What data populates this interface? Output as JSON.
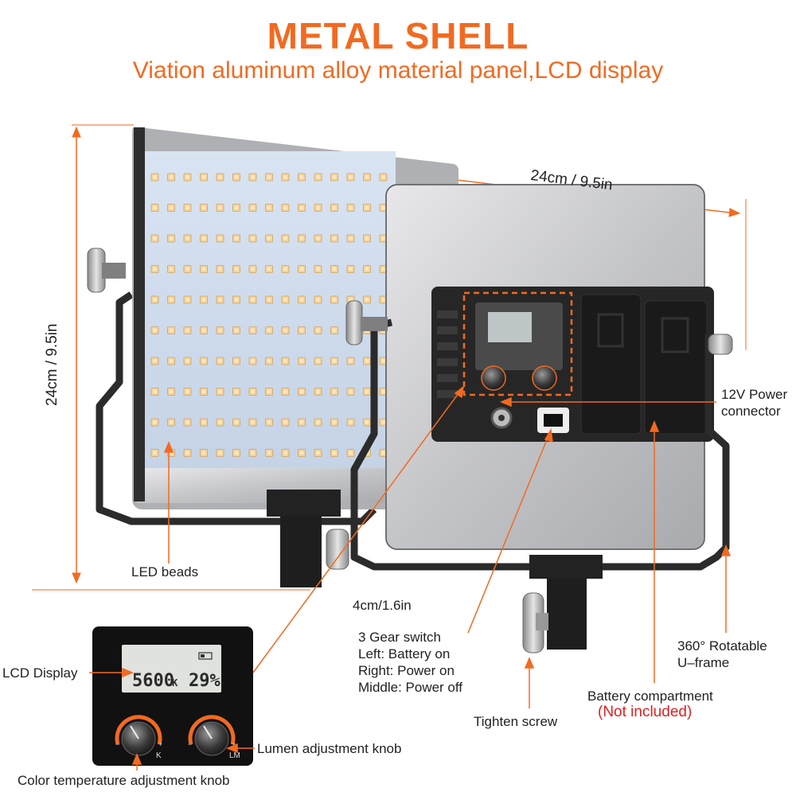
{
  "header": {
    "title": "METAL SHELL",
    "subtitle": "Viation aluminum alloy material panel,LCD display"
  },
  "dimensions": {
    "width_label": "24cm / 9.5in",
    "height_label": "24cm / 9.5in",
    "depth_label": "4cm/1.6in"
  },
  "callouts": {
    "power_connector": [
      "12V Power",
      "connector"
    ],
    "led_beads": "LED beads",
    "gear_switch": [
      "3 Gear switch",
      "Left: Battery on",
      "Right: Power on",
      "Middle: Power off"
    ],
    "u_frame": [
      "360° Rotatable",
      "U–frame"
    ],
    "battery": "Battery compartment",
    "battery_note": "(Not included)",
    "tighten_screw": "Tighten screw",
    "lcd_display": "LCD Display",
    "lumen_knob": "Lumen adjustment knob",
    "color_temp_knob": "Color temperature adjustment knob"
  },
  "lcd": {
    "temperature": "5600",
    "temperature_unit": "K",
    "brightness": "29%",
    "knob_left_label": "K",
    "knob_right_label": "LM"
  },
  "colors": {
    "accent": "#f26a21",
    "warning": "#e02020",
    "panel": "#c9cacc",
    "frame": "#2b2b2b"
  }
}
